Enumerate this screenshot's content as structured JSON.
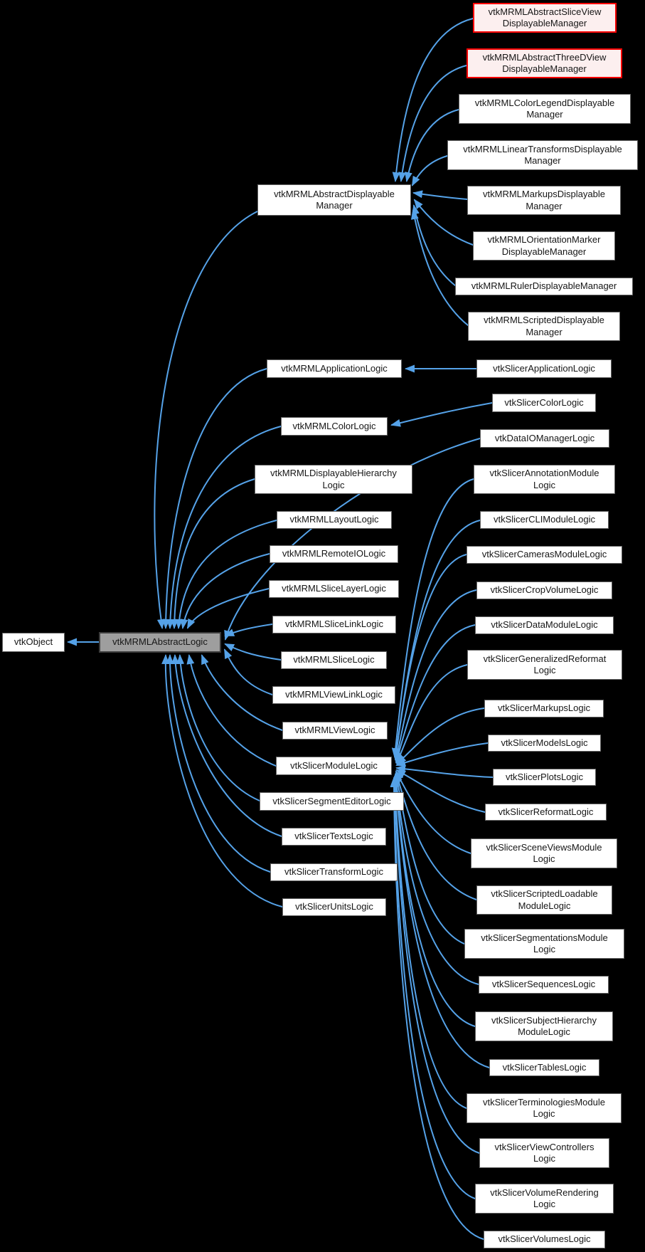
{
  "diagram": {
    "type": "inheritance-graph",
    "background_color": "#000000",
    "edge_color": "#55a2e8",
    "node_fill": "#ffffff",
    "node_border": "#646464",
    "highlighted_node_fill": "#9e9e9e",
    "truncated_node_fill": "#fcefef",
    "truncated_node_border": "#ff0000",
    "nodes": [
      {
        "label": "vtkObject"
      },
      {
        "label": "vtkMRMLAbstractLogic",
        "style": "highlighted"
      },
      {
        "label": "vtkMRMLAbstractDisplayable\nManager"
      },
      {
        "label": "vtkMRMLAbstractSliceView\nDisplayableManager",
        "style": "red"
      },
      {
        "label": "vtkMRMLAbstractThreeDView\nDisplayableManager",
        "style": "red"
      },
      {
        "label": "vtkMRMLColorLegendDisplayable\nManager"
      },
      {
        "label": "vtkMRMLLinearTransformsDisplayable\nManager"
      },
      {
        "label": "vtkMRMLMarkupsDisplayable\nManager"
      },
      {
        "label": "vtkMRMLOrientationMarker\nDisplayableManager"
      },
      {
        "label": "vtkMRMLRulerDisplayableManager"
      },
      {
        "label": "vtkMRMLScriptedDisplayable\nManager"
      },
      {
        "label": "vtkMRMLApplicationLogic"
      },
      {
        "label": "vtkSlicerApplicationLogic"
      },
      {
        "label": "vtkMRMLColorLogic"
      },
      {
        "label": "vtkSlicerColorLogic"
      },
      {
        "label": "vtkDataIOManagerLogic"
      },
      {
        "label": "vtkMRMLDisplayableHierarchy\nLogic"
      },
      {
        "label": "vtkMRMLLayoutLogic"
      },
      {
        "label": "vtkMRMLRemoteIOLogic"
      },
      {
        "label": "vtkMRMLSliceLayerLogic"
      },
      {
        "label": "vtkMRMLSliceLinkLogic"
      },
      {
        "label": "vtkMRMLSliceLogic"
      },
      {
        "label": "vtkMRMLViewLinkLogic"
      },
      {
        "label": "vtkMRMLViewLogic"
      },
      {
        "label": "vtkSlicerModuleLogic"
      },
      {
        "label": "vtkSlicerSegmentEditorLogic"
      },
      {
        "label": "vtkSlicerTextsLogic"
      },
      {
        "label": "vtkSlicerTransformLogic"
      },
      {
        "label": "vtkSlicerUnitsLogic"
      },
      {
        "label": "vtkSlicerAnnotationModule\nLogic"
      },
      {
        "label": "vtkSlicerCLIModuleLogic"
      },
      {
        "label": "vtkSlicerCamerasModuleLogic"
      },
      {
        "label": "vtkSlicerCropVolumeLogic"
      },
      {
        "label": "vtkSlicerDataModuleLogic"
      },
      {
        "label": "vtkSlicerGeneralizedReformat\nLogic"
      },
      {
        "label": "vtkSlicerMarkupsLogic"
      },
      {
        "label": "vtkSlicerModelsLogic"
      },
      {
        "label": "vtkSlicerPlotsLogic"
      },
      {
        "label": "vtkSlicerReformatLogic"
      },
      {
        "label": "vtkSlicerSceneViewsModule\nLogic"
      },
      {
        "label": "vtkSlicerScriptedLoadable\nModuleLogic"
      },
      {
        "label": "vtkSlicerSegmentationsModule\nLogic"
      },
      {
        "label": "vtkSlicerSequencesLogic"
      },
      {
        "label": "vtkSlicerSubjectHierarchy\nModuleLogic"
      },
      {
        "label": "vtkSlicerTablesLogic"
      },
      {
        "label": "vtkSlicerTerminologiesModule\nLogic"
      },
      {
        "label": "vtkSlicerViewControllers\nLogic"
      },
      {
        "label": "vtkSlicerVolumeRendering\nLogic"
      },
      {
        "label": "vtkSlicerVolumesLogic"
      }
    ],
    "edges": [
      {
        "from": "vtkMRMLAbstractLogic",
        "to": "vtkObject"
      },
      {
        "from": "vtkMRMLAbstractDisplayableManager",
        "to": "vtkMRMLAbstractLogic"
      },
      {
        "from": "vtkMRMLAbstractSliceViewDisplayableManager",
        "to": "vtkMRMLAbstractDisplayableManager"
      },
      {
        "from": "vtkMRMLAbstractThreeDViewDisplayableManager",
        "to": "vtkMRMLAbstractDisplayableManager"
      },
      {
        "from": "vtkMRMLColorLegendDisplayableManager",
        "to": "vtkMRMLAbstractDisplayableManager"
      },
      {
        "from": "vtkMRMLLinearTransformsDisplayableManager",
        "to": "vtkMRMLAbstractDisplayableManager"
      },
      {
        "from": "vtkMRMLMarkupsDisplayableManager",
        "to": "vtkMRMLAbstractDisplayableManager"
      },
      {
        "from": "vtkMRMLOrientationMarkerDisplayableManager",
        "to": "vtkMRMLAbstractDisplayableManager"
      },
      {
        "from": "vtkMRMLRulerDisplayableManager",
        "to": "vtkMRMLAbstractDisplayableManager"
      },
      {
        "from": "vtkMRMLScriptedDisplayableManager",
        "to": "vtkMRMLAbstractDisplayableManager"
      },
      {
        "from": "vtkMRMLApplicationLogic",
        "to": "vtkMRMLAbstractLogic"
      },
      {
        "from": "vtkSlicerApplicationLogic",
        "to": "vtkMRMLApplicationLogic"
      },
      {
        "from": "vtkMRMLColorLogic",
        "to": "vtkMRMLAbstractLogic"
      },
      {
        "from": "vtkSlicerColorLogic",
        "to": "vtkMRMLColorLogic"
      },
      {
        "from": "vtkDataIOManagerLogic",
        "to": "vtkMRMLAbstractLogic"
      },
      {
        "from": "vtkMRMLDisplayableHierarchyLogic",
        "to": "vtkMRMLAbstractLogic"
      },
      {
        "from": "vtkMRMLLayoutLogic",
        "to": "vtkMRMLAbstractLogic"
      },
      {
        "from": "vtkMRMLRemoteIOLogic",
        "to": "vtkMRMLAbstractLogic"
      },
      {
        "from": "vtkMRMLSliceLayerLogic",
        "to": "vtkMRMLAbstractLogic"
      },
      {
        "from": "vtkMRMLSliceLinkLogic",
        "to": "vtkMRMLAbstractLogic"
      },
      {
        "from": "vtkMRMLSliceLogic",
        "to": "vtkMRMLAbstractLogic"
      },
      {
        "from": "vtkMRMLViewLinkLogic",
        "to": "vtkMRMLAbstractLogic"
      },
      {
        "from": "vtkMRMLViewLogic",
        "to": "vtkMRMLAbstractLogic"
      },
      {
        "from": "vtkSlicerModuleLogic",
        "to": "vtkMRMLAbstractLogic"
      },
      {
        "from": "vtkSlicerSegmentEditorLogic",
        "to": "vtkMRMLAbstractLogic"
      },
      {
        "from": "vtkSlicerTextsLogic",
        "to": "vtkMRMLAbstractLogic"
      },
      {
        "from": "vtkSlicerTransformLogic",
        "to": "vtkMRMLAbstractLogic"
      },
      {
        "from": "vtkSlicerUnitsLogic",
        "to": "vtkMRMLAbstractLogic"
      },
      {
        "from": "vtkSlicerAnnotationModuleLogic",
        "to": "vtkSlicerModuleLogic"
      },
      {
        "from": "vtkSlicerCLIModuleLogic",
        "to": "vtkSlicerModuleLogic"
      },
      {
        "from": "vtkSlicerCamerasModuleLogic",
        "to": "vtkSlicerModuleLogic"
      },
      {
        "from": "vtkSlicerCropVolumeLogic",
        "to": "vtkSlicerModuleLogic"
      },
      {
        "from": "vtkSlicerDataModuleLogic",
        "to": "vtkSlicerModuleLogic"
      },
      {
        "from": "vtkSlicerGeneralizedReformatLogic",
        "to": "vtkSlicerModuleLogic"
      },
      {
        "from": "vtkSlicerMarkupsLogic",
        "to": "vtkSlicerModuleLogic"
      },
      {
        "from": "vtkSlicerModelsLogic",
        "to": "vtkSlicerModuleLogic"
      },
      {
        "from": "vtkSlicerPlotsLogic",
        "to": "vtkSlicerModuleLogic"
      },
      {
        "from": "vtkSlicerReformatLogic",
        "to": "vtkSlicerModuleLogic"
      },
      {
        "from": "vtkSlicerSceneViewsModuleLogic",
        "to": "vtkSlicerModuleLogic"
      },
      {
        "from": "vtkSlicerScriptedLoadableModuleLogic",
        "to": "vtkSlicerModuleLogic"
      },
      {
        "from": "vtkSlicerSegmentationsModuleLogic",
        "to": "vtkSlicerModuleLogic"
      },
      {
        "from": "vtkSlicerSequencesLogic",
        "to": "vtkSlicerModuleLogic"
      },
      {
        "from": "vtkSlicerSubjectHierarchyModuleLogic",
        "to": "vtkSlicerModuleLogic"
      },
      {
        "from": "vtkSlicerTablesLogic",
        "to": "vtkSlicerModuleLogic"
      },
      {
        "from": "vtkSlicerTerminologiesModuleLogic",
        "to": "vtkSlicerModuleLogic"
      },
      {
        "from": "vtkSlicerViewControllersLogic",
        "to": "vtkSlicerModuleLogic"
      },
      {
        "from": "vtkSlicerVolumeRenderingLogic",
        "to": "vtkSlicerModuleLogic"
      },
      {
        "from": "vtkSlicerVolumesLogic",
        "to": "vtkSlicerModuleLogic"
      }
    ]
  }
}
